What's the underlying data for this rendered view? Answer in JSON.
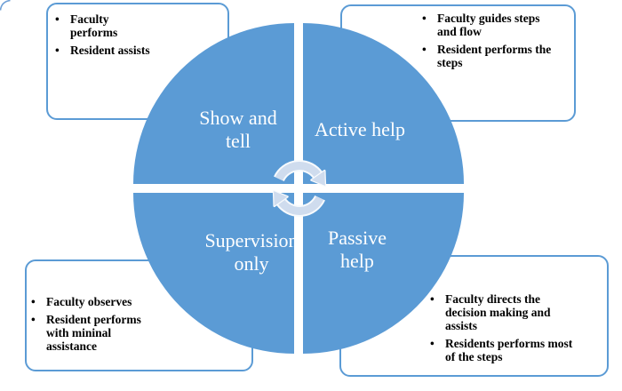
{
  "ui": {
    "bullet": "•"
  },
  "diagram": {
    "type": "cycle-matrix",
    "quadrants": [
      {
        "name": "show-and-tell",
        "label": "Show and\ntell"
      },
      {
        "name": "active-help",
        "label": "Active help"
      },
      {
        "name": "supervision-only",
        "label": "Supervision\nonly"
      },
      {
        "name": "passive-help",
        "label": "Passive\nhelp"
      }
    ],
    "callouts": [
      {
        "position": "top-left",
        "items": [
          "Faculty\nperforms",
          "Resident assists"
        ]
      },
      {
        "position": "top-right",
        "items": [
          "Faculty guides steps\nand flow",
          "Resident performs the\nsteps"
        ]
      },
      {
        "position": "bottom-left",
        "items": [
          "Faculty observes",
          "Resident performs\nwith mininal\nassistance"
        ]
      },
      {
        "position": "bottom-right",
        "items": [
          "Faculty directs the\ndecision making and\nassists",
          "Residents performs most\nof the steps"
        ]
      }
    ],
    "center_icon": "cycle-arrows",
    "colors": {
      "quadrant_fill": "#5b9bd5",
      "callout_border": "#5b9bd5",
      "quadrant_label_text": "#ffffff",
      "bullet_text": "#000000",
      "arrow_body": "#cfdcee",
      "arrow_outline": "#f7fafd",
      "background": "#ffffff"
    }
  }
}
